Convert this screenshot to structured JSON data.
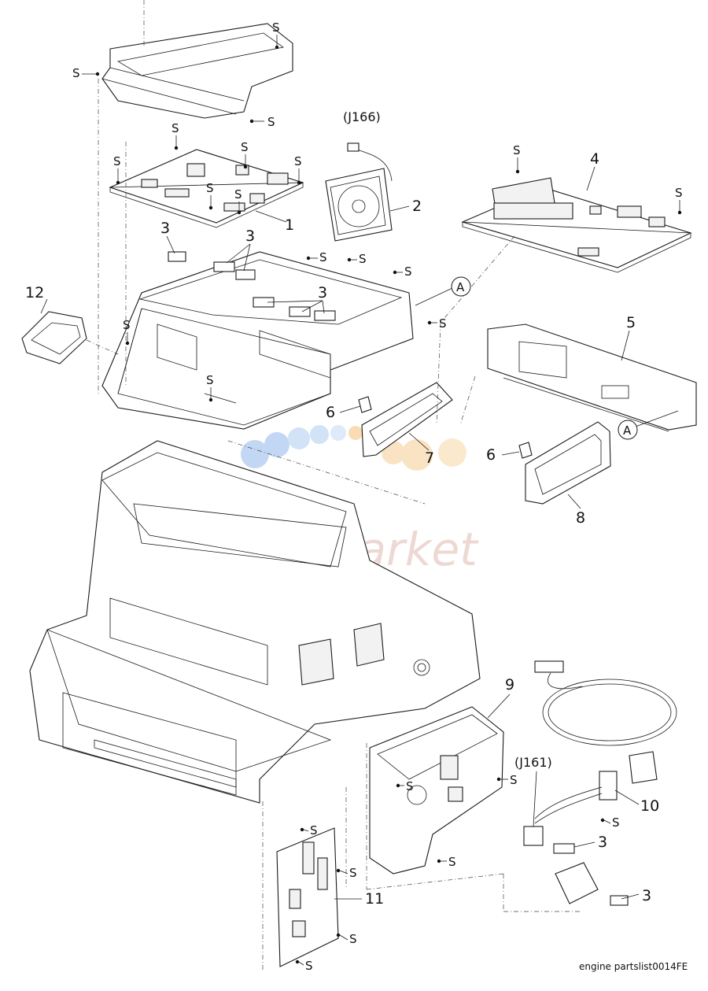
{
  "callouts": {
    "c1": "1",
    "c2": "2",
    "c3": "3",
    "c4": "4",
    "c5": "5",
    "c6": "6",
    "c7": "7",
    "c8": "8",
    "c9": "9",
    "c10": "10",
    "c11": "11",
    "c12": "12"
  },
  "connectors": {
    "j166": "(J166)",
    "j161": "(J161)"
  },
  "ref_mark": "A",
  "screw_mark": "S",
  "caption": "engine partslist0014FE",
  "watermark": {
    "text": "InkMarket"
  },
  "colors": {
    "line": "#1a1a1a",
    "background": "#ffffff",
    "watermark_blue": "#7aa7e6",
    "watermark_orange": "#f5b25a",
    "watermark_text": "#d9a9a0"
  }
}
